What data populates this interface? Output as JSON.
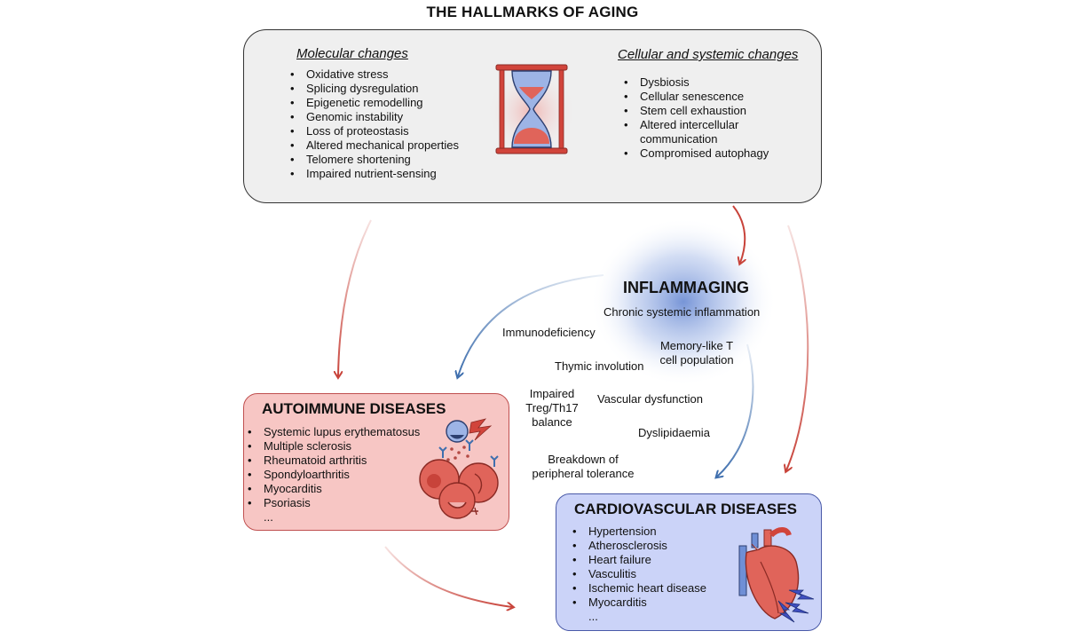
{
  "title": "THE HALLMARKS OF AGING",
  "hallmarks": {
    "molecular_heading": "Molecular changes",
    "molecular_items": [
      "Oxidative stress",
      "Splicing dysregulation",
      "Epigenetic remodelling",
      "Genomic instability",
      "Loss of proteostasis",
      "Altered mechanical properties",
      "Telomere shortening",
      "Impaired nutrient-sensing"
    ],
    "cellular_heading": "Cellular and systemic changes",
    "cellular_items": [
      "Dysbiosis",
      "Cellular senescence",
      "Stem cell exhaustion",
      "Altered intercellular communication",
      "Compromised autophagy"
    ]
  },
  "inflammaging": {
    "title": "INFLAMMAGING",
    "subtitle": "Chronic systemic inflammation"
  },
  "mechanisms": {
    "immunodeficiency": "Immunodeficiency",
    "memory_t": "Memory-like T cell population",
    "thymic": "Thymic involution",
    "treg": "Impaired Treg/Th17 balance",
    "vascular": "Vascular dysfunction",
    "dyslipidaemia": "Dyslipidaemia",
    "tolerance": "Breakdown of peripheral tolerance"
  },
  "autoimmune": {
    "title": "AUTOIMMUNE DISEASES",
    "items": [
      "Systemic lupus erythematosus",
      "Multiple sclerosis",
      "Rheumatoid arthritis",
      "Spondyloarthritis",
      "Myocarditis",
      "Psoriasis",
      "..."
    ]
  },
  "cardio": {
    "title": "CARDIOVASCULAR DISEASES",
    "items": [
      "Hypertension",
      "Atherosclerosis",
      "Heart failure",
      "Vasculitis",
      "Ischemic heart disease",
      "Myocarditis",
      "..."
    ]
  },
  "colors": {
    "red_arrow": "#c8433a",
    "blue_arrow": "#3f6fae",
    "hallmarks_bg": "#efefef",
    "autoimmune_bg": "#f7c6c4",
    "cardio_bg": "#cbd3f8",
    "glow": "#6f8fd6"
  },
  "icons": {
    "hourglass": "hourglass-icon",
    "blood_cells": "blood-cells-icon",
    "heart": "heart-icon"
  }
}
